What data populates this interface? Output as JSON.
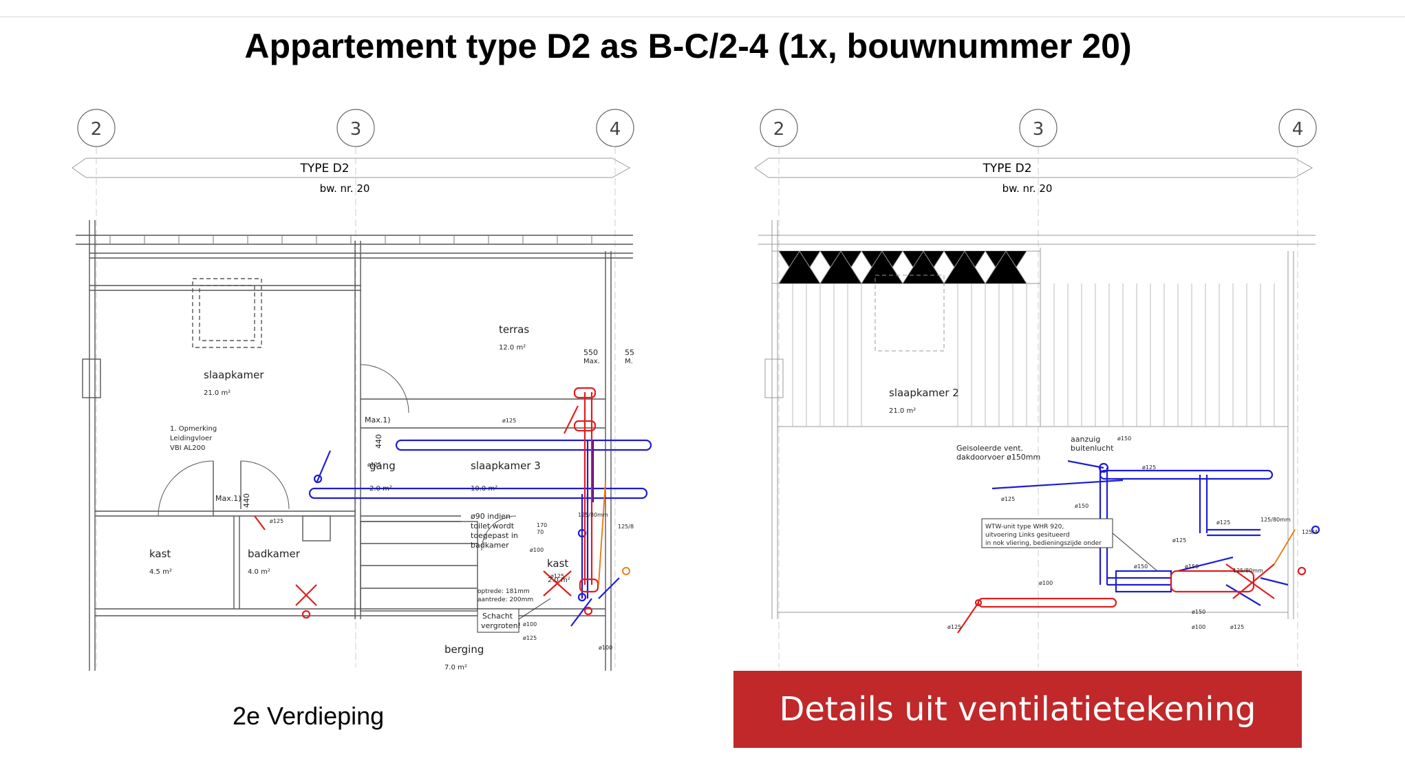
{
  "title": "Appartement type D2 as B-C/2-4 (1x, bouwnummer 20)",
  "caption_left": "2e Verdieping",
  "banner_text": "Details uit ventilatietekening",
  "colors": {
    "banner": "#c0282a",
    "supply_duct": "#1c1cd6",
    "exhaust_duct": "#e11d1d",
    "orange": "#e8801a"
  },
  "left_plan": {
    "grid_labels": [
      "2",
      "3",
      "4"
    ],
    "type_label": "TYPE D2",
    "bw_label": "bw. nr. 20",
    "rooms": {
      "terras": "terras",
      "terras_area": "12.0 m²",
      "slaapkamer": "slaapkamer",
      "slaapkamer_area": "21.0 m²",
      "gang": "gang",
      "gang_area": "2.0 m²",
      "slaapkamer3": "slaapkamer 3",
      "slaapkamer3_area": "10.0 m²",
      "kast1": "kast",
      "kast1_area": "4.5 m²",
      "badkamer": "badkamer",
      "badkamer_area": "4.0 m²",
      "kast2": "kast",
      "kast2_area": "2.0 m²",
      "berging": "berging",
      "berging_area": "7.0 m²"
    },
    "notes": {
      "opmerking_1": "1. Opmerking",
      "opmerking_2": "Leidingvloer",
      "opmerking_3": "VBI AL200",
      "max1": "Max.1)",
      "max2": "Max.1)",
      "dim550": "550",
      "dim550_max": "Max.",
      "dim55": "55",
      "dim55b": "M.",
      "dim440a": "440",
      "dim440b": "440",
      "toilet_1": "ø90 indien",
      "toilet_2": "toilet wordt",
      "toilet_3": "toegepast in",
      "toilet_4": "badkamer",
      "schacht_1": "Schacht",
      "schacht_2": "vergroten!",
      "optrede": "optrede: 181mm",
      "aantrede": "aantrede: 200mm",
      "d125": "ø125",
      "d100": "ø100",
      "d125_80": "125/80mm",
      "d125_8": "125/8",
      "r170_70": "170",
      "r70": "70"
    }
  },
  "right_plan": {
    "grid_labels": [
      "2",
      "3",
      "4"
    ],
    "type_label": "TYPE D2",
    "bw_label": "bw. nr. 20",
    "rooms": {
      "slaapkamer2": "slaapkamer 2",
      "slaapkamer2_area": "21.0 m²"
    },
    "notes": {
      "aanzuig_1": "aanzuig",
      "aanzuig_2": "buitenlucht",
      "d150": "ø150",
      "geisol_1": "Geisoleerde vent.",
      "geisol_2": "dakdoorvoer ø150mm",
      "wtw_1": "WTW-unit type WHR 920,",
      "wtw_2": "uitvoering Links gesitueerd",
      "wtw_3": "in nok vliering, bedieningszijde onder",
      "d125": "ø125",
      "d100": "ø100",
      "d125_80": "125/80mm",
      "d125_4": "125/4"
    }
  }
}
